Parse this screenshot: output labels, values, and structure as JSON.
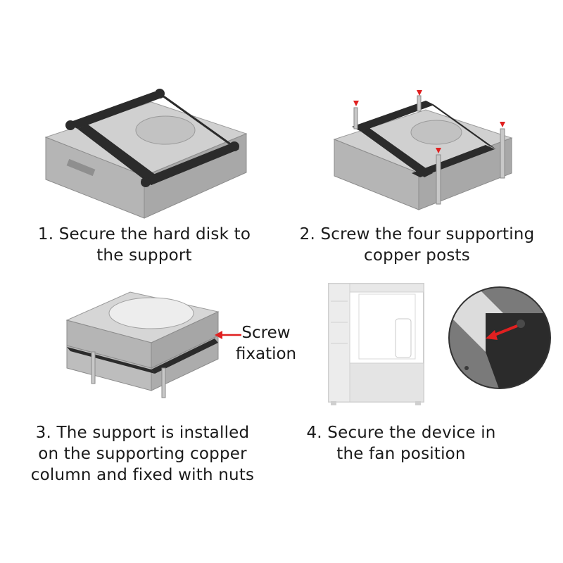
{
  "steps": [
    {
      "lines": [
        "1. Secure the hard disk to",
        "the support"
      ]
    },
    {
      "lines": [
        "2. Screw the four supporting",
        "copper posts"
      ]
    },
    {
      "lines": [
        "3. The support is installed",
        "on the supporting copper",
        "column and fixed with nuts"
      ]
    },
    {
      "lines": [
        "4. Secure the device in",
        "the fan position"
      ]
    }
  ],
  "callout": {
    "lines": [
      "Screw",
      "fixation"
    ]
  },
  "colors": {
    "bracket": "#2b2b2b",
    "disk_body": "#b9b9b9",
    "disk_top": "#d3d3d3",
    "case_frame": "#e6e6e6",
    "arrow": "#e02020",
    "caption": "#1a1a1a"
  }
}
